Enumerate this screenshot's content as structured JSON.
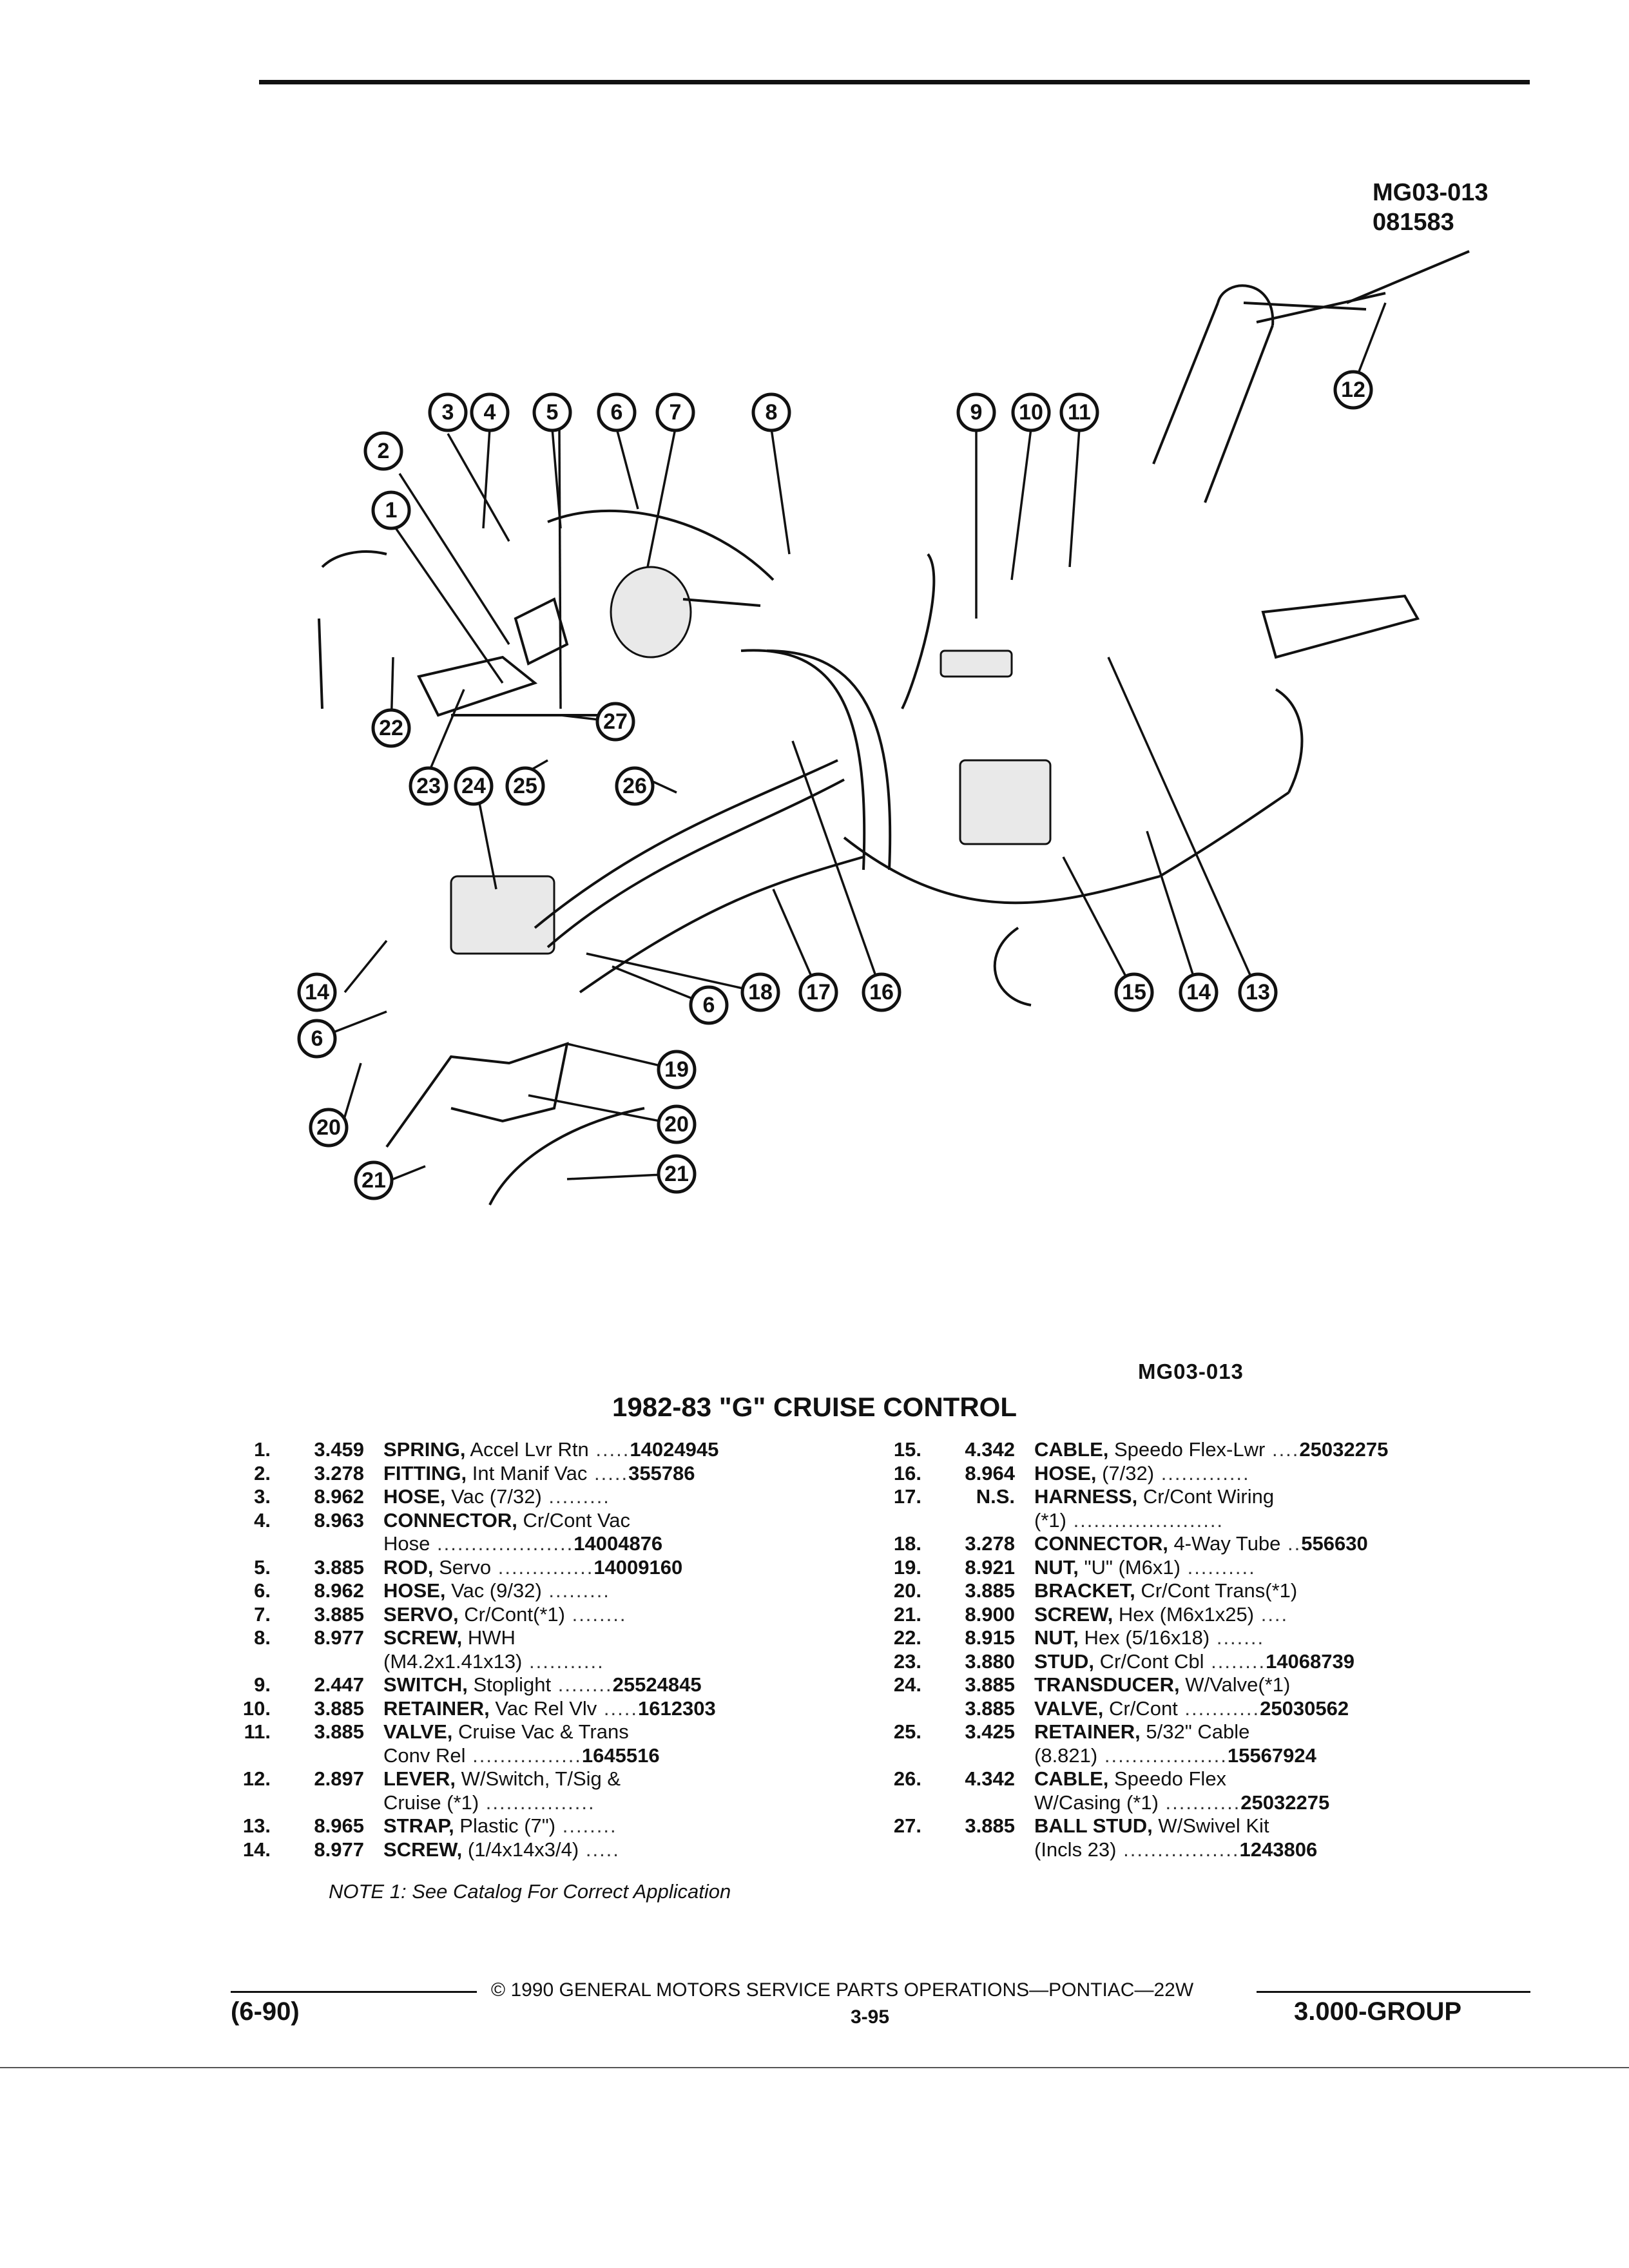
{
  "figure": {
    "id": "MG03-013",
    "date_code": "081583",
    "ref": "MG03-013",
    "callouts": [
      "1",
      "2",
      "3",
      "4",
      "5",
      "6",
      "7",
      "8",
      "9",
      "10",
      "11",
      "12",
      "13",
      "14",
      "15",
      "16",
      "17",
      "18",
      "19",
      "20",
      "21",
      "22",
      "23",
      "24",
      "25",
      "26",
      "27"
    ]
  },
  "title": "1982-83 \"G\" CRUISE CONTROL",
  "parts_left": [
    {
      "num": "1.",
      "grp": "3.459",
      "name": "SPRING,",
      "desc": " Accel Lvr Rtn",
      "dots": " .....",
      "pn": "14024945"
    },
    {
      "num": "2.",
      "grp": "3.278",
      "name": "FITTING,",
      "desc": " Int Manif Vac",
      "dots": " .....",
      "pn": "355786"
    },
    {
      "num": "3.",
      "grp": "8.962",
      "name": "HOSE,",
      "desc": " Vac (7/32)",
      "dots": " .........",
      "pn": ""
    },
    {
      "num": "4.",
      "grp": "8.963",
      "name": "CONNECTOR,",
      "desc": " Cr/Cont Vac",
      "dots": "",
      "pn": ""
    },
    {
      "num": "",
      "grp": "",
      "name": "",
      "desc": "Hose",
      "dots": " ....................",
      "pn": "14004876"
    },
    {
      "num": "5.",
      "grp": "3.885",
      "name": "ROD,",
      "desc": " Servo",
      "dots": " ..............",
      "pn": "14009160"
    },
    {
      "num": "6.",
      "grp": "8.962",
      "name": "HOSE,",
      "desc": " Vac (9/32)",
      "dots": " .........",
      "pn": ""
    },
    {
      "num": "7.",
      "grp": "3.885",
      "name": "SERVO,",
      "desc": " Cr/Cont(*1)",
      "dots": " ........",
      "pn": ""
    },
    {
      "num": "8.",
      "grp": "8.977",
      "name": "SCREW,",
      "desc": " HWH",
      "dots": "",
      "pn": ""
    },
    {
      "num": "",
      "grp": "",
      "name": "",
      "desc": "(M4.2x1.41x13)",
      "dots": " ...........",
      "pn": ""
    },
    {
      "num": "9.",
      "grp": "2.447",
      "name": "SWITCH,",
      "desc": " Stoplight",
      "dots": " ........",
      "pn": "25524845"
    },
    {
      "num": "10.",
      "grp": "3.885",
      "name": "RETAINER,",
      "desc": " Vac Rel Vlv",
      "dots": " .....",
      "pn": "1612303"
    },
    {
      "num": "11.",
      "grp": "3.885",
      "name": "VALVE,",
      "desc": " Cruise Vac & Trans",
      "dots": "",
      "pn": ""
    },
    {
      "num": "",
      "grp": "",
      "name": "",
      "desc": "Conv Rel",
      "dots": " ................",
      "pn": "1645516"
    },
    {
      "num": "12.",
      "grp": "2.897",
      "name": "LEVER,",
      "desc": " W/Switch, T/Sig &",
      "dots": "",
      "pn": ""
    },
    {
      "num": "",
      "grp": "",
      "name": "",
      "desc": "Cruise (*1)",
      "dots": " ................",
      "pn": ""
    },
    {
      "num": "13.",
      "grp": "8.965",
      "name": "STRAP,",
      "desc": " Plastic (7\")",
      "dots": " ........",
      "pn": ""
    },
    {
      "num": "14.",
      "grp": "8.977",
      "name": "SCREW,",
      "desc": " (1/4x14x3/4)",
      "dots": " .....",
      "pn": ""
    }
  ],
  "parts_right": [
    {
      "num": "15.",
      "grp": "4.342",
      "name": "CABLE,",
      "desc": " Speedo Flex-Lwr",
      "dots": " ....",
      "pn": "25032275"
    },
    {
      "num": "16.",
      "grp": "8.964",
      "name": "HOSE,",
      "desc": " (7/32)",
      "dots": " .............",
      "pn": ""
    },
    {
      "num": "17.",
      "grp": "N.S.",
      "name": "HARNESS,",
      "desc": " Cr/Cont Wiring",
      "dots": "",
      "pn": ""
    },
    {
      "num": "",
      "grp": "",
      "name": "",
      "desc": "(*1)",
      "dots": " ......................",
      "pn": ""
    },
    {
      "num": "18.",
      "grp": "3.278",
      "name": "CONNECTOR,",
      "desc": " 4-Way Tube",
      "dots": " ..",
      "pn": "556630"
    },
    {
      "num": "19.",
      "grp": "8.921",
      "name": "NUT,",
      "desc": " \"U\" (M6x1)",
      "dots": " ..........",
      "pn": ""
    },
    {
      "num": "20.",
      "grp": "3.885",
      "name": "BRACKET,",
      "desc": " Cr/Cont Trans(*1)",
      "dots": "",
      "pn": ""
    },
    {
      "num": "21.",
      "grp": "8.900",
      "name": "SCREW,",
      "desc": " Hex (M6x1x25)",
      "dots": " ....",
      "pn": ""
    },
    {
      "num": "22.",
      "grp": "8.915",
      "name": "NUT,",
      "desc": " Hex (5/16x18)",
      "dots": " .......",
      "pn": ""
    },
    {
      "num": "23.",
      "grp": "3.880",
      "name": "STUD,",
      "desc": " Cr/Cont Cbl",
      "dots": " ........",
      "pn": "14068739"
    },
    {
      "num": "24.",
      "grp": "3.885",
      "name": "TRANSDUCER,",
      "desc": " W/Valve(*1)",
      "dots": "",
      "pn": ""
    },
    {
      "num": "",
      "grp": "3.885",
      "name": "VALVE,",
      "desc": " Cr/Cont",
      "dots": " ...........",
      "pn": "25030562"
    },
    {
      "num": "25.",
      "grp": "3.425",
      "name": "RETAINER,",
      "desc": " 5/32\" Cable",
      "dots": "",
      "pn": ""
    },
    {
      "num": "",
      "grp": "",
      "name": "",
      "desc": "(8.821)",
      "dots": " ..................",
      "pn": "15567924"
    },
    {
      "num": "26.",
      "grp": "4.342",
      "name": "CABLE,",
      "desc": " Speedo Flex",
      "dots": "",
      "pn": ""
    },
    {
      "num": "",
      "grp": "",
      "name": "",
      "desc": "W/Casing (*1)",
      "dots": " ...........",
      "pn": "25032275"
    },
    {
      "num": "27.",
      "grp": "3.885",
      "name": "BALL STUD,",
      "desc": " W/Swivel Kit",
      "dots": "",
      "pn": ""
    },
    {
      "num": "",
      "grp": "",
      "name": "",
      "desc": "(Incls 23)",
      "dots": " .................",
      "pn": "1243806"
    }
  ],
  "note": "NOTE 1: See Catalog For Correct Application",
  "footer": {
    "edition": "(6-90)",
    "copyright": "© 1990 GENERAL MOTORS SERVICE PARTS OPERATIONS—PONTIAC—22W",
    "page": "3-95",
    "group": "3.000-GROUP"
  }
}
